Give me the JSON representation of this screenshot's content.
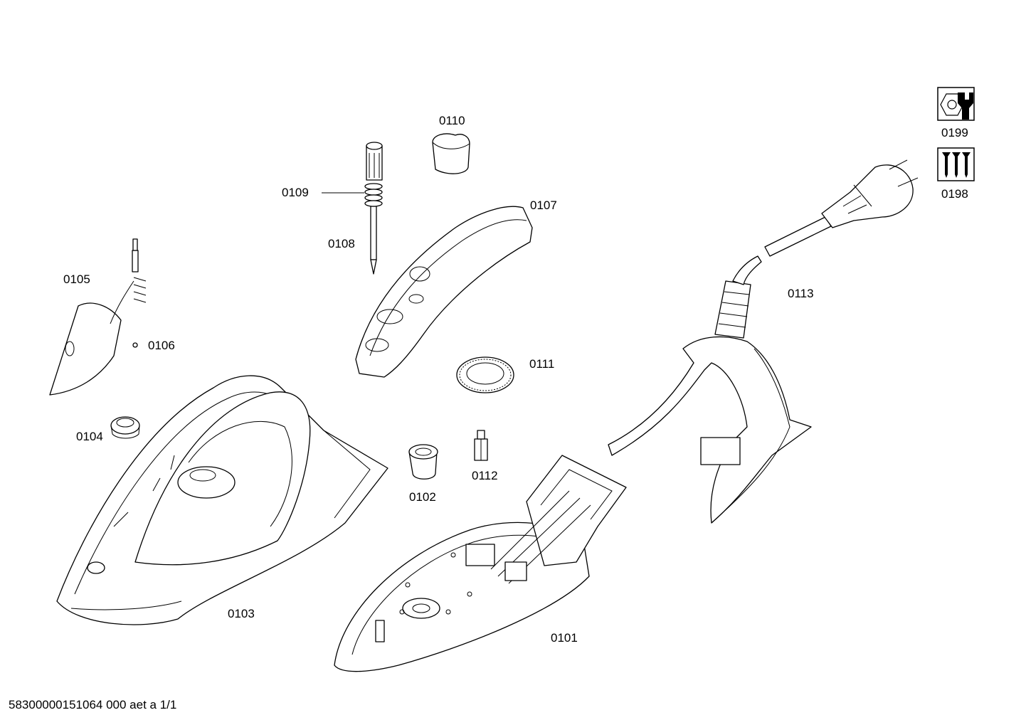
{
  "parts": [
    {
      "id": "0101"
    },
    {
      "id": "0102"
    },
    {
      "id": "0103"
    },
    {
      "id": "0104"
    },
    {
      "id": "0105"
    },
    {
      "id": "0106"
    },
    {
      "id": "0107"
    },
    {
      "id": "0108"
    },
    {
      "id": "0109"
    },
    {
      "id": "0110"
    },
    {
      "id": "0111"
    },
    {
      "id": "0112"
    },
    {
      "id": "0113"
    }
  ],
  "service_icons": [
    {
      "id": "0199",
      "icon": "wrench-nut-icon"
    },
    {
      "id": "0198",
      "icon": "screws-icon"
    }
  ],
  "footer": "58300000151064 000 aet a 1/1"
}
